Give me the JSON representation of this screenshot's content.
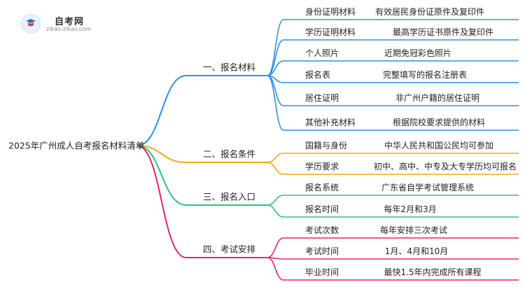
{
  "logo": {
    "title": "自考网",
    "url": "zikao-zikao.com"
  },
  "mindmap": {
    "root": "2025年广州成人自考报名材料清单",
    "branches": [
      {
        "label": "一、报名材料",
        "color": "#2e8fe8",
        "items": [
          {
            "name": "身份证明材料",
            "desc": "有效居民身份证原件及复印件"
          },
          {
            "name": "学历证明材料",
            "desc": "最高学历证书原件及复印件"
          },
          {
            "name": "个人照片",
            "desc": "近期免冠彩色照片"
          },
          {
            "name": "报名表",
            "desc": "完整填写的报名注册表"
          },
          {
            "name": "居住证明",
            "desc": "非广州户籍的居住证明"
          },
          {
            "name": "其他补充材料",
            "desc": "根据院校要求提供的材料"
          }
        ]
      },
      {
        "label": "二、报名条件",
        "color": "#f0a818",
        "items": [
          {
            "name": "国籍与身份",
            "desc": "中华人民共和国公民均可参加"
          },
          {
            "name": "学历要求",
            "desc": "初中、高中、中专及大专学历均可报名"
          }
        ]
      },
      {
        "label": "三、报名入口",
        "color": "#2ec27a",
        "items": [
          {
            "name": "报名系统",
            "desc": "广东省自学考试管理系统"
          },
          {
            "name": "报名时间",
            "desc": "每年2月和3月"
          }
        ]
      },
      {
        "label": "四、考试安排",
        "color": "#e8226e",
        "items": [
          {
            "name": "考试次数",
            "desc": "每年安排三次考试"
          },
          {
            "name": "考试时间",
            "desc": "1月、4月和10月"
          },
          {
            "name": "毕业时间",
            "desc": "最快1.5年内完成所有课程"
          }
        ]
      }
    ]
  }
}
